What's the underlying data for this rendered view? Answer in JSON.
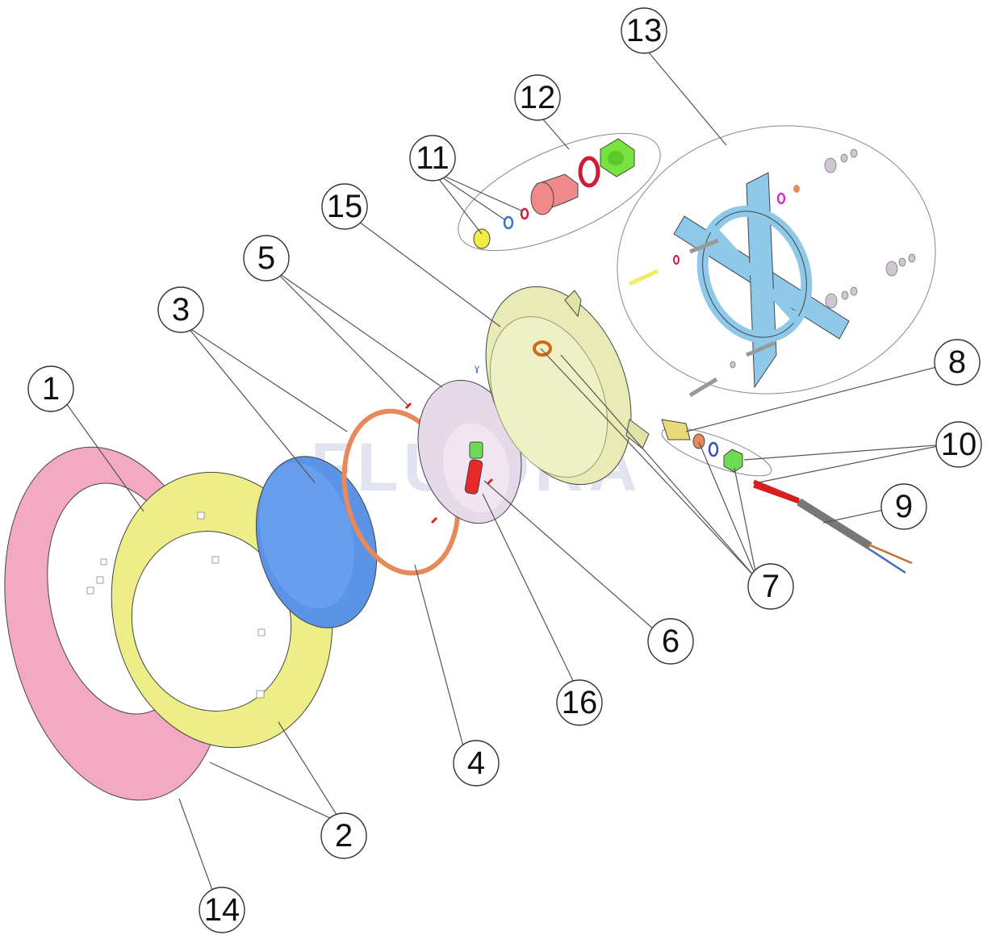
{
  "watermark": "FLUIDRA",
  "callouts": {
    "c1": "1",
    "c2": "2",
    "c3": "3",
    "c4": "4",
    "c5": "5",
    "c6": "6",
    "c7": "7",
    "c8": "8",
    "c9": "9",
    "c10": "10",
    "c11": "11",
    "c12": "12",
    "c13": "13",
    "c14": "14",
    "c15": "15",
    "c16": "16"
  },
  "colors": {
    "trim_ring_pink": "#f3a9c2",
    "trim_ring_yellow": "#eeee88",
    "lens_blue": "#5b93e6",
    "gasket_orange": "#e6895b",
    "reflector_lilac": "#e6d9ea",
    "housing_cream": "#e8ebb6",
    "bracket_blue": "#8ec9ea",
    "connector_green": "#6edb52",
    "bulb_red": "#e62a2a",
    "cable_grey": "#777777"
  }
}
